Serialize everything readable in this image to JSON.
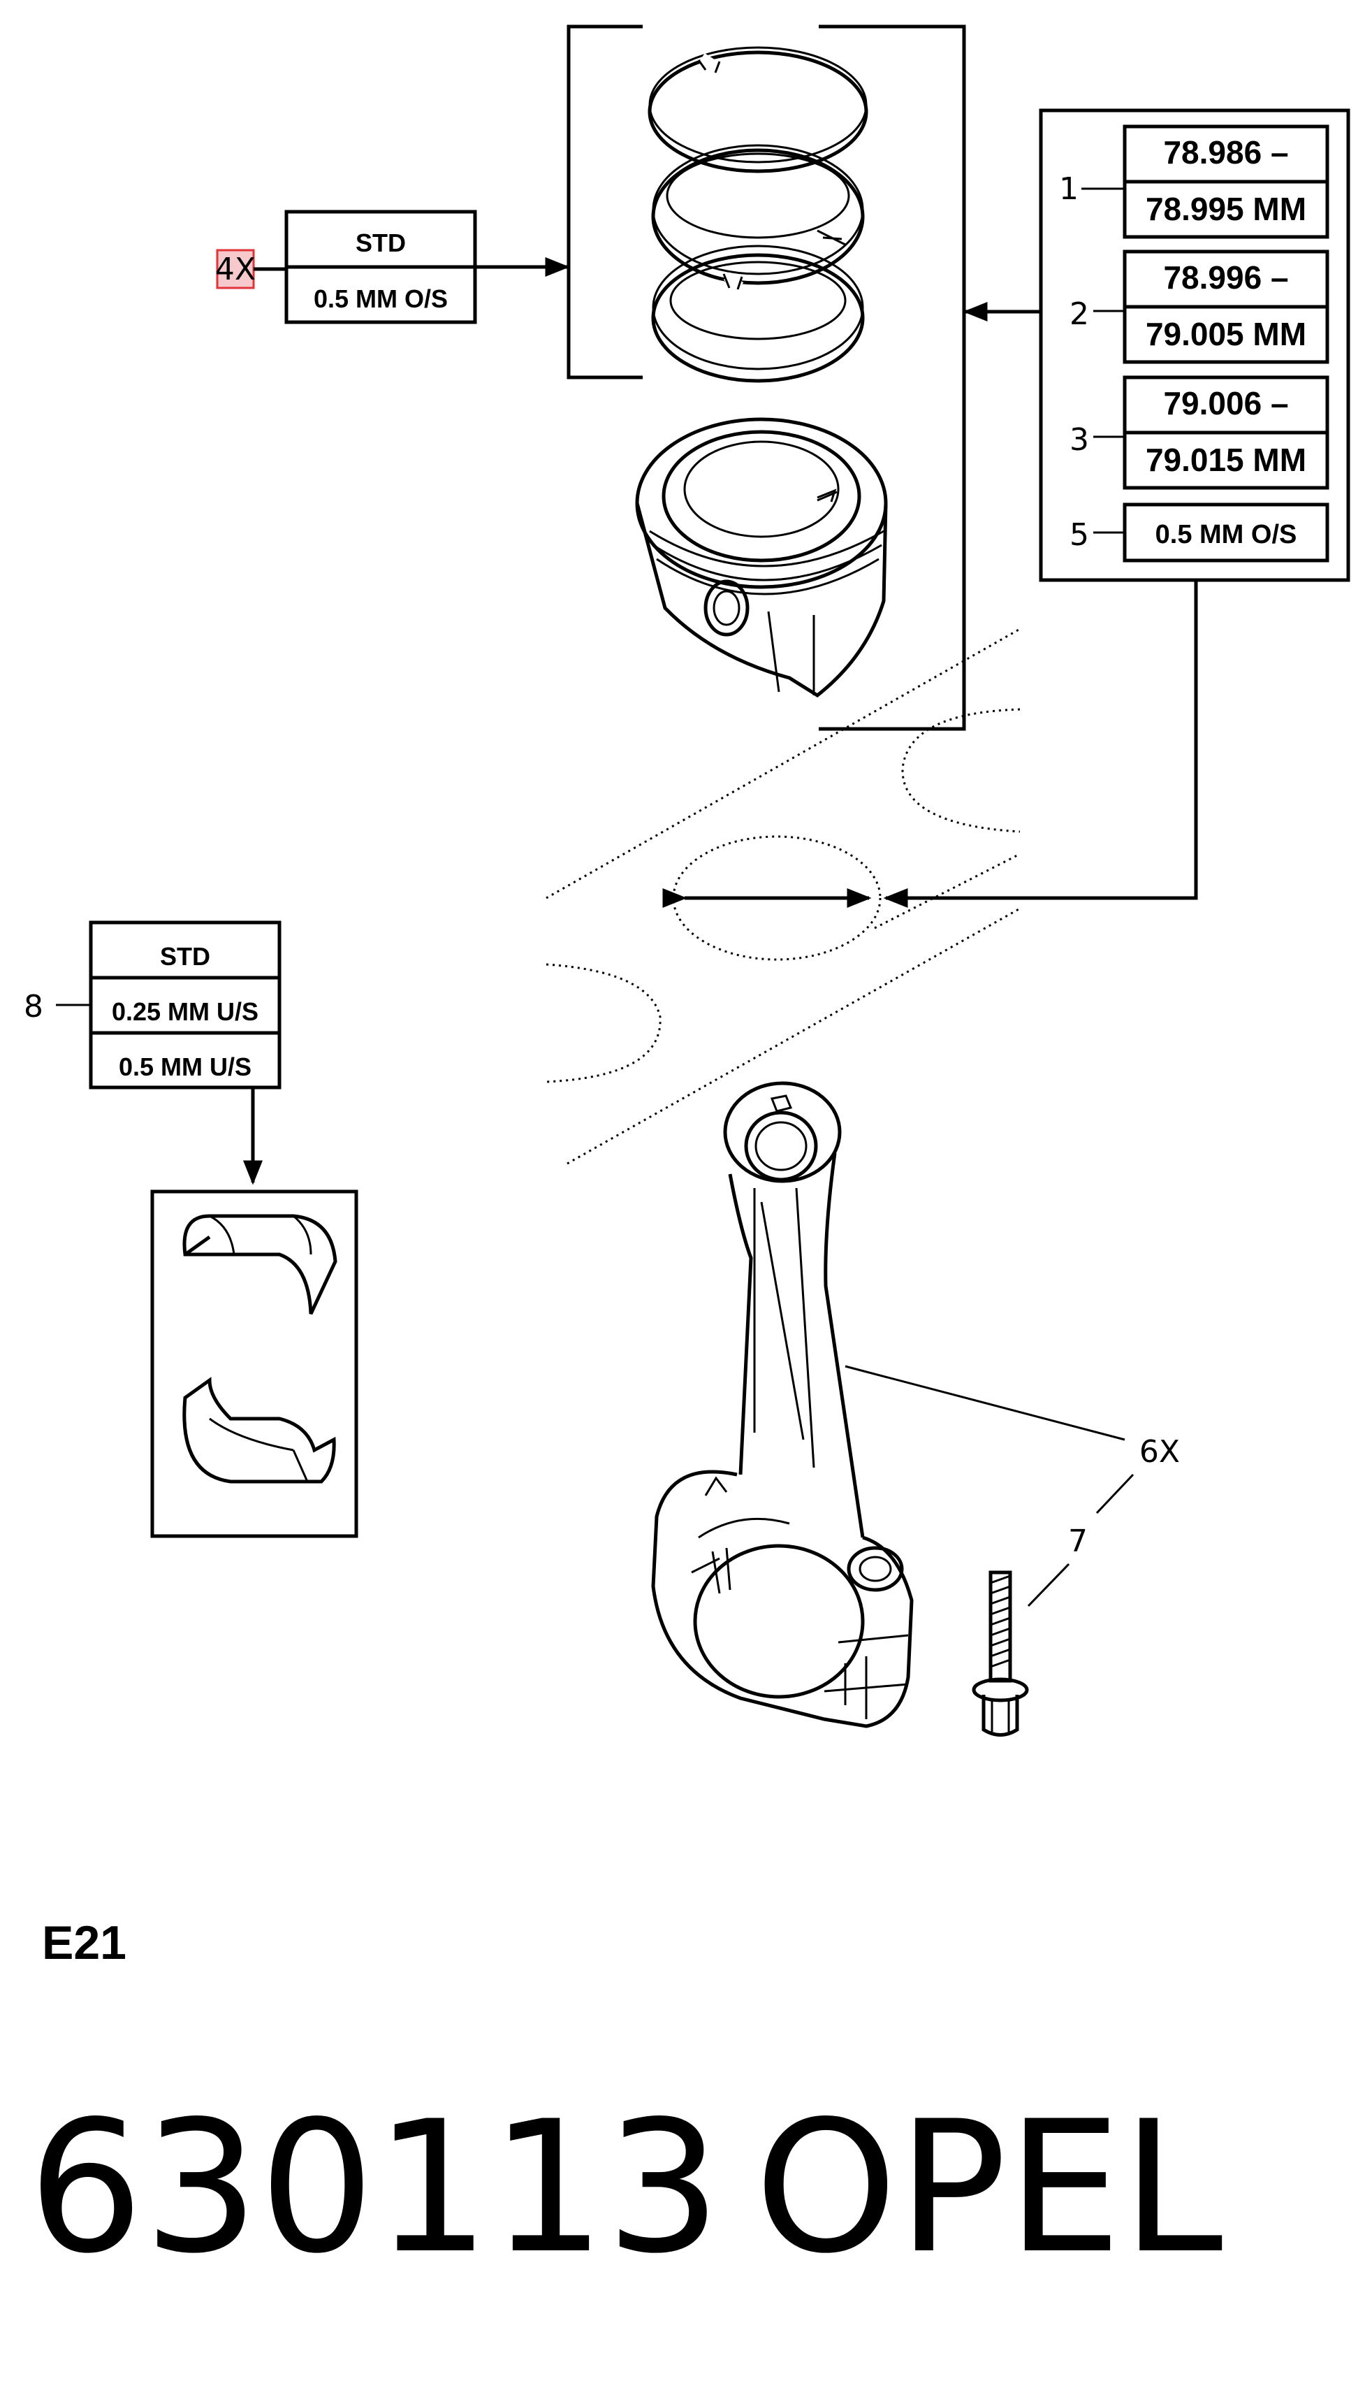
{
  "ring_set": {
    "quantity": "4X",
    "sizes": [
      "STD",
      "0.5 MM O/S"
    ]
  },
  "piston_sizes": [
    {
      "callout": "1",
      "line1": "78.986 –",
      "line2": "78.995 MM"
    },
    {
      "callout": "2",
      "line1": "78.996 –",
      "line2": "79.005 MM"
    },
    {
      "callout": "3",
      "line1": "79.006 –",
      "line2": "79.015 MM"
    },
    {
      "callout": "5",
      "line1": "0.5 MM O/S"
    }
  ],
  "bearing": {
    "callout": "8",
    "sizes": [
      "STD",
      "0.25 MM U/S",
      "0.5 MM U/S"
    ]
  },
  "connecting_rod": {
    "callout": "6X"
  },
  "bolt": {
    "callout": "7"
  },
  "section_code": "E21",
  "footer": {
    "part_number": "630113",
    "brand": "OPEL"
  },
  "colors": {
    "line": "#000000",
    "background": "#ffffff",
    "highlight": "#e0333a"
  }
}
